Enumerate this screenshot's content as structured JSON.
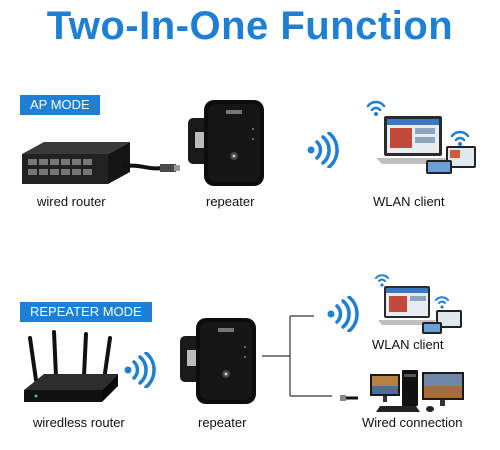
{
  "title": "Two-In-One Function",
  "ap_mode": {
    "badge": "AP MODE",
    "router_label": "wired router",
    "repeater_label": "repeater",
    "client_label": "WLAN client"
  },
  "repeater_mode": {
    "badge": "REPEATER MODE",
    "router_label": "wiredless router",
    "repeater_label": "repeater",
    "client_label": "WLAN client",
    "wired_label": "Wired connection"
  },
  "colors": {
    "accent": "#1d7fd6",
    "device": "#111111"
  },
  "icons": [
    "wifi-signal-icon",
    "wifi-icon",
    "router-icon",
    "repeater-icon",
    "laptop-icon",
    "desktop-icon"
  ]
}
